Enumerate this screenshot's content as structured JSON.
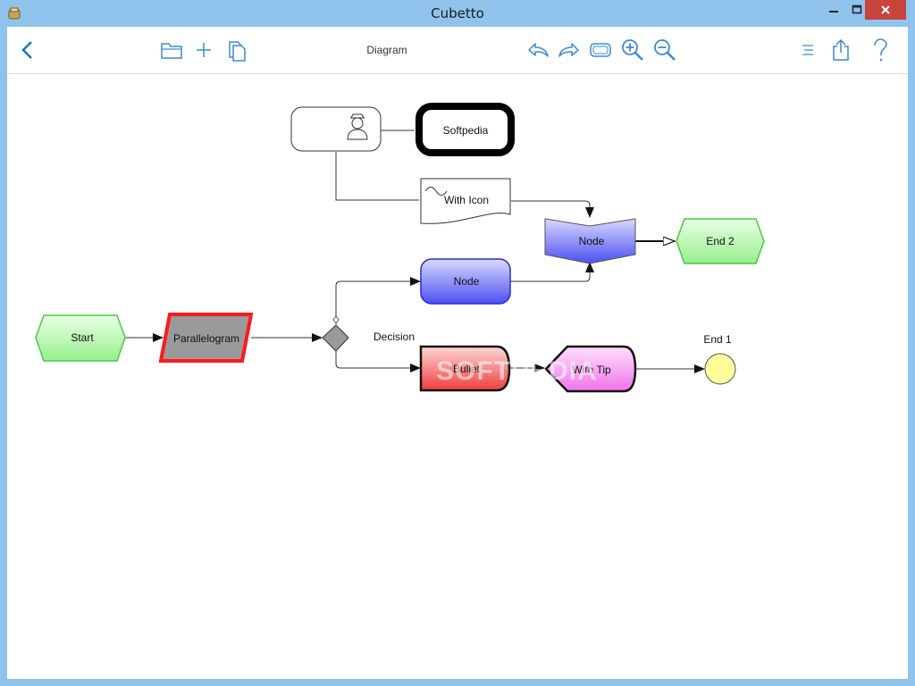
{
  "window": {
    "title": "Cubetto"
  },
  "toolbar": {
    "document_title": "Diagram",
    "accent": "#1a73c8"
  },
  "diagram": {
    "nodes": {
      "person_label": "",
      "softpedia": "Softpedia",
      "with_icon": "With Icon",
      "node_top": "Node",
      "end2": "End 2",
      "node_mid": "Node",
      "start": "Start",
      "parallelogram": "Parallelogram",
      "decision": "Decision",
      "bullet": "Bullet",
      "with_tip": "With Tip",
      "end1": "End 1"
    },
    "watermark": "SOFTPEDIA",
    "colors": {
      "green_fill": "#b9f5b1",
      "green_stroke": "#44cc44",
      "blue_fill": "#7a7cf5",
      "blue_stroke": "#2a2ad0",
      "red_fill": "#f06a6a",
      "magenta_fill": "#f59cf0",
      "yellow_fill": "#ffff99",
      "gray_fill": "#9a9a9a",
      "red_border": "#ff1a1a"
    }
  }
}
